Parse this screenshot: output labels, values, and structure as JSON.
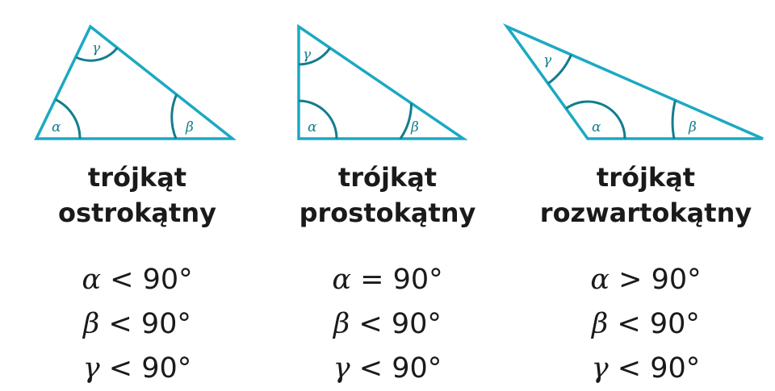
{
  "triangles": [
    {
      "name_line1": "trójkąt",
      "name_line2": "ostrokątny",
      "angle_labels": [
        "α",
        "β",
        "γ"
      ],
      "conditions": [
        {
          "symbol": "α",
          "relation": "<",
          "value": "90°"
        },
        {
          "symbol": "β",
          "relation": "<",
          "value": "90°"
        },
        {
          "symbol": "γ",
          "relation": "<",
          "value": "90°"
        }
      ]
    },
    {
      "name_line1": "trójkąt",
      "name_line2": "prostokątny",
      "angle_labels": [
        "α",
        "β",
        "γ"
      ],
      "conditions": [
        {
          "symbol": "α",
          "relation": "=",
          "value": "90°"
        },
        {
          "symbol": "β",
          "relation": "<",
          "value": "90°"
        },
        {
          "symbol": "γ",
          "relation": "<",
          "value": "90°"
        }
      ]
    },
    {
      "name_line1": "trójkąt",
      "name_line2": "rozwartokątny",
      "angle_labels": [
        "α",
        "β",
        "γ"
      ],
      "conditions": [
        {
          "symbol": "α",
          "relation": ">",
          "value": "90°"
        },
        {
          "symbol": "β",
          "relation": "<",
          "value": "90°"
        },
        {
          "symbol": "γ",
          "relation": "<",
          "value": "90°"
        }
      ]
    }
  ],
  "colors": {
    "triangle_stroke": "#1ba9c3",
    "angle_arc": "#137d8e"
  }
}
